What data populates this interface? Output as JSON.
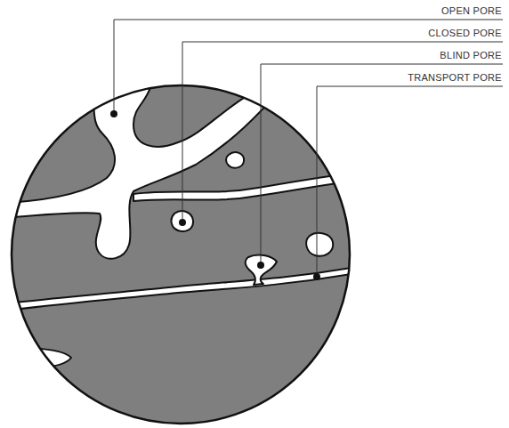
{
  "diagram": {
    "labels": [
      "OPEN PORE",
      "CLOSED PORE",
      "BLIND PORE",
      "TRANSPORT PORE"
    ]
  }
}
